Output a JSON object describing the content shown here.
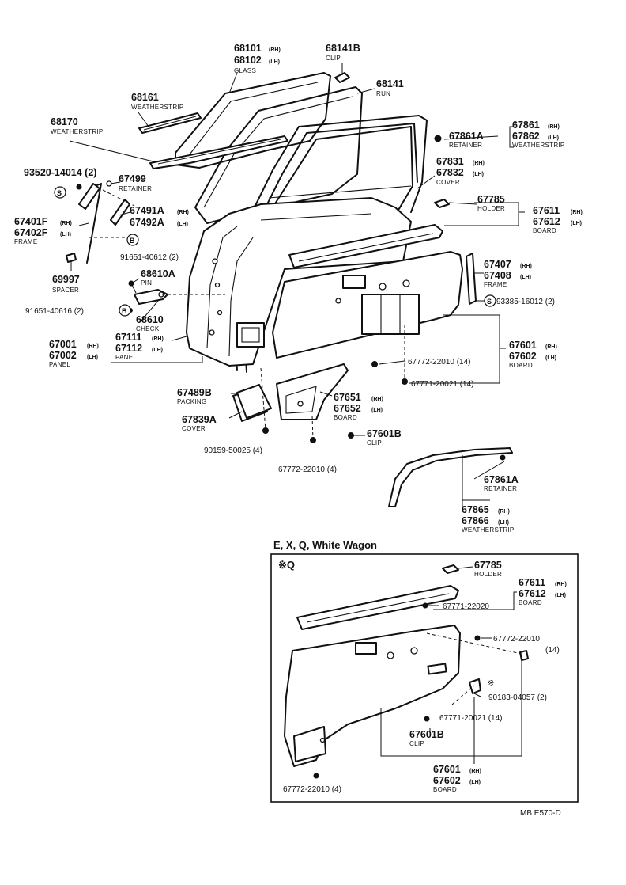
{
  "labels": {
    "l68101": "68101",
    "l68101s": "(RH)",
    "l68102": "68102",
    "l68102s": "(LH)",
    "glass": "GLASS",
    "l68141b": "68141B",
    "clip1": "CLIP",
    "l68141": "68141",
    "run": "RUN",
    "l68161": "68161",
    "ws1": "WEATHERSTRIP",
    "l68170": "68170",
    "ws2": "WEATHERSTRIP",
    "l67861": "67861",
    "l67861s": "(RH)",
    "l67862": "67862",
    "l67862s": "(LH)",
    "ws3": "WEATHERSTRIP",
    "l67861a": "67861A",
    "retainer1": "RETAINER",
    "l93520": "93520-14014 (2)",
    "l67499": "67499",
    "retainer2": "RETAINER",
    "l67831": "67831",
    "l67831s": "(RH)",
    "l67832": "67832",
    "l67832s": "(LH)",
    "cover1": "COVER",
    "l67785": "67785",
    "holder1": "HOLDER",
    "l67611": "67611",
    "l67611s": "(RH)",
    "l67612": "67612",
    "l67612s": "(LH)",
    "board1": "BOARD",
    "l67491a": "67491A",
    "l67491as": "(RH)",
    "l67492a": "67492A",
    "l67492as": "(LH)",
    "l67401f": "67401F",
    "l67401fs": "(RH)",
    "l67402f": "67402F",
    "l67402fs": "(LH)",
    "frame1": "FRAME",
    "l91651a": "91651-40612 (2)",
    "l67407": "67407",
    "l67407s": "(RH)",
    "l67408": "67408",
    "l67408s": "(LH)",
    "frame2": "FRAME",
    "l69997": "69997",
    "spacer": "SPACER",
    "l68610a": "68610A",
    "pin": "PIN",
    "l93385": "93385-16012 (2)",
    "l91651b": "91651-40616 (2)",
    "l68610": "68610",
    "check": "CHECK",
    "l67111": "67111",
    "l67111s": "(RH)",
    "l67112": "67112",
    "l67112s": "(LH)",
    "panel1": "PANEL",
    "l67001": "67001",
    "l67001s": "(RH)",
    "l67002": "67002",
    "l67002s": "(LH)",
    "panel2": "PANEL",
    "l67601": "67601",
    "l67601s": "(RH)",
    "l67602": "67602",
    "l67602s": "(LH)",
    "board2": "BOARD",
    "l67772a": "67772-22010 (14)",
    "l67771a": "67771-20021 (14)",
    "l67489b": "67489B",
    "packing": "PACKING",
    "l67651": "67651",
    "l67651s": "(RH)",
    "l67652": "67652",
    "l67652s": "(LH)",
    "board3": "BOARD",
    "l67839a": "67839A",
    "cover2": "COVER",
    "l67601b": "67601B",
    "clip2": "CLIP",
    "l90159": "90159-50025 (4)",
    "l67772b": "67772-22010 (4)",
    "l67861a2": "67861A",
    "retainer3": "RETAINER",
    "l67865": "67865",
    "l67865s": "(RH)",
    "l67866": "67866",
    "l67866s": "(LH)",
    "ws4": "WEATHERSTRIP",
    "section_title": "E, X, Q, White Wagon",
    "inset_tag": "※Q",
    "i67785": "67785",
    "iholder": "HOLDER",
    "i67611": "67611",
    "i67611s": "(RH)",
    "i67612": "67612",
    "i67612s": "(LH)",
    "iboard1": "BOARD",
    "i67771a": "67771-22020",
    "i67772a": "67772-22010",
    "i67772aq": "(14)",
    "i90183": "90183-04057 (2)",
    "i90183m": "※",
    "i67771b": "67771-20021 (14)",
    "i67601b": "67601B",
    "iclip": "CLIP",
    "i67601": "67601",
    "i67601s": "(RH)",
    "i67602": "67602",
    "i67602s": "(LH)",
    "iboard2": "BOARD",
    "i67772b": "67772-22010 (4)",
    "mark_s": "S",
    "mark_b": "B",
    "ref": "MB E570-D"
  }
}
